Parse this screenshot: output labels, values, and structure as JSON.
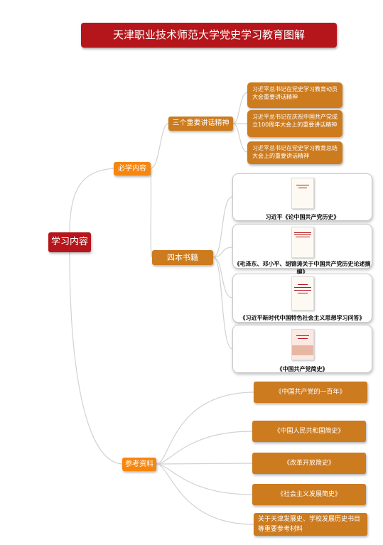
{
  "title": "天津职业技术师范大学党史学习教育图解",
  "root": "学习内容",
  "branches": {
    "required": "必学内容",
    "references": "参考资料"
  },
  "speeches": {
    "label": "三个重要讲话精神",
    "items": [
      "习近平总书记在党史学习教育动员大会重要讲话精神",
      "习近平总书记在庆祝中国共产党成立100周年大会上的重要讲话精神",
      "习近平总书记在党史学习教育总结大会上的重要讲话精神"
    ]
  },
  "books": {
    "label": "四本书籍",
    "items": [
      "习近平《论中国共产党历史》",
      "《毛泽东、邓小平、胡锦涛关于中国共产党历史论述摘编》",
      "《习近平新时代中国特色社会主义思想学习问答》",
      "《中国共产党简史》"
    ]
  },
  "references": [
    "《中国共产党的一百年》",
    "《中国人民共和国简史》",
    "《改革开放简史》",
    "《社会主义发展简史》",
    "关于天津发展史、学校发展历史书目等重要参考材料"
  ],
  "colors": {
    "title_red": "#b5161b",
    "orange": "#f7860f",
    "brown": "#cc7b1f",
    "line": "#d2d2d2"
  }
}
